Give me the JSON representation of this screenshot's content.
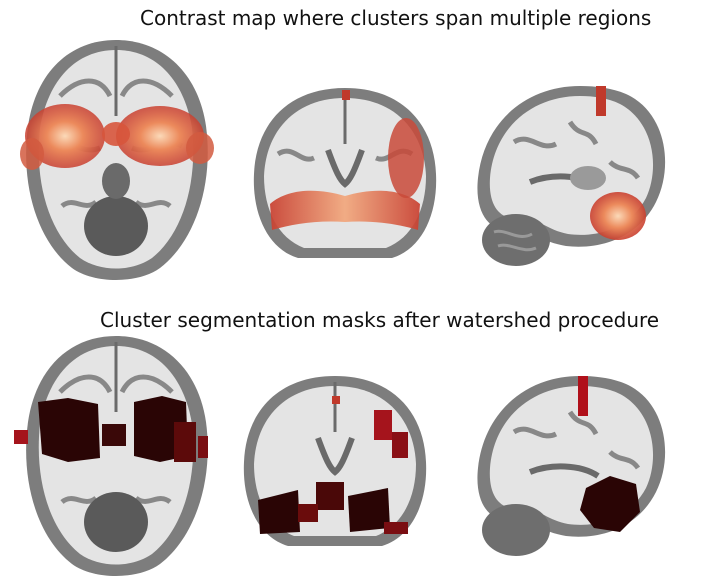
{
  "titles": {
    "top": "Contrast map where clusters span multiple regions",
    "bottom": "Cluster segmentation masks after watershed procedure"
  },
  "panels": [
    {
      "row": "contrast-map",
      "view": "axial"
    },
    {
      "row": "contrast-map",
      "view": "coronal"
    },
    {
      "row": "contrast-map",
      "view": "sagittal"
    },
    {
      "row": "segmentation-mask",
      "view": "axial"
    },
    {
      "row": "segmentation-mask",
      "view": "coronal"
    },
    {
      "row": "segmentation-mask",
      "view": "sagittal"
    }
  ],
  "colors": {
    "background": "#ffffff",
    "brain_gray": "#8a8a8a",
    "white_matter": "#e6e6e6",
    "dark_tissue": "#3a3a3a",
    "heat_low": "#c0392b",
    "heat_mid": "#e8734a",
    "heat_high": "#f8c8a0",
    "mask_dark": "#2a0505",
    "mask_red": "#b0101a"
  }
}
